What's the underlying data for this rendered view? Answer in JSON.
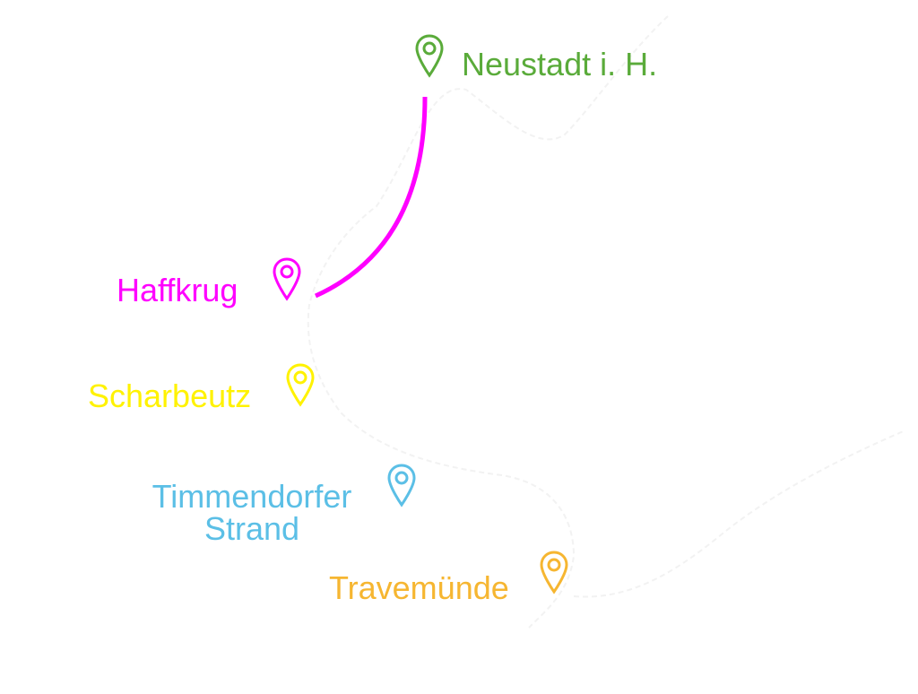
{
  "colors": {
    "neustadt": "#5aab3a",
    "haffkrug": "#ff00ff",
    "scharbeutz": "#fff200",
    "timmendorf": "#5bbfe6",
    "travemuende": "#f6b631"
  },
  "places": {
    "neustadt": "Neustadt i. H.",
    "haffkrug": "Haffkrug",
    "scharbeutz": "Scharbeutz",
    "timmendorf_1": "Timmendorfer",
    "timmendorf_2": "Strand",
    "travemuende": "Travemünde"
  },
  "pin_icon": "map-marker"
}
